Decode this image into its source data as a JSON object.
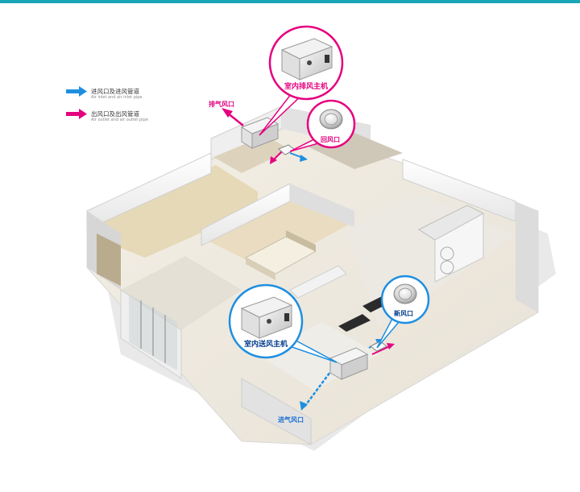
{
  "colors": {
    "accent_top": "#1aa6b7",
    "inlet_blue": "#1e8fe0",
    "outlet_pink": "#e5007f",
    "callout_border": "#e5007f",
    "callout_border_blue": "#1e8fe0"
  },
  "legend": {
    "inlet": {
      "title": "进风口及进风管道",
      "subtitle": "Air inlet and air inlet pipe"
    },
    "outlet": {
      "title": "出风口及出风管道",
      "subtitle": "Air outlet and air outlet pipe"
    }
  },
  "labels": {
    "exhaust_unit": "室内排风主机",
    "exhaust_port": "排气风口",
    "return_vent": "回风口",
    "supply_unit": "室内送风主机",
    "fresh_vent": "新风口",
    "intake_port": "进气风口"
  },
  "icons": {
    "exhaust_unit_image": "ventilation-fan-box-icon",
    "return_vent_image": "round-air-diffuser-icon",
    "supply_unit_image": "ventilation-fan-box-icon",
    "fresh_vent_image": "round-air-diffuser-icon"
  }
}
